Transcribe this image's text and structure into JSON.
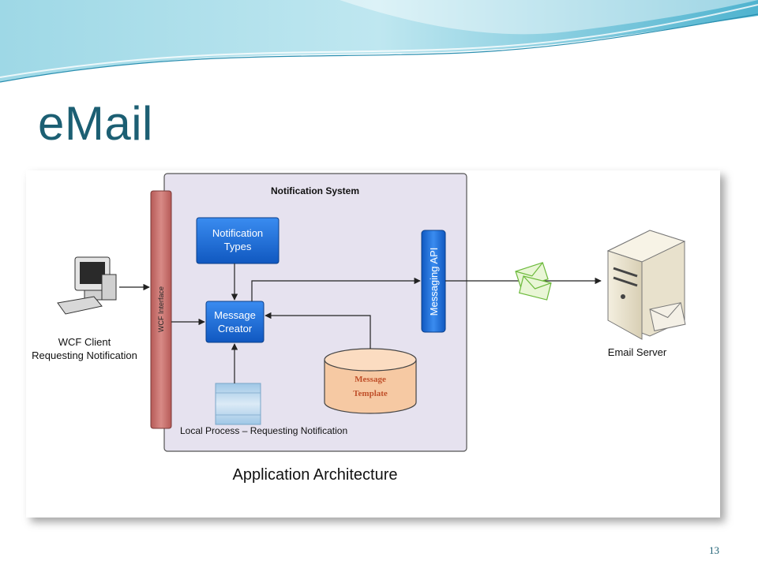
{
  "slide": {
    "title": "eMail",
    "page_number": "13"
  },
  "diagram": {
    "system_title": "Notification System",
    "wcf_interface": "WCF Interface",
    "notification_types": [
      "Notification",
      "Types"
    ],
    "message_creator": [
      "Message",
      "Creator"
    ],
    "messaging_api": "Messaging API",
    "message_template": [
      "Message",
      "Template"
    ],
    "client_label": [
      "WCF Client",
      "Requesting Notification"
    ],
    "local_process": "Local Process – Requesting Notification",
    "email_server": "Email Server",
    "caption": "Application Architecture"
  },
  "colors": {
    "title": "#1c5f73",
    "system_box": "#e6e2ef",
    "wcf_bar": "#c9706c",
    "blue_box": "#1a6fd6",
    "template": "#f6c9a3",
    "template_text": "#c0502a"
  }
}
